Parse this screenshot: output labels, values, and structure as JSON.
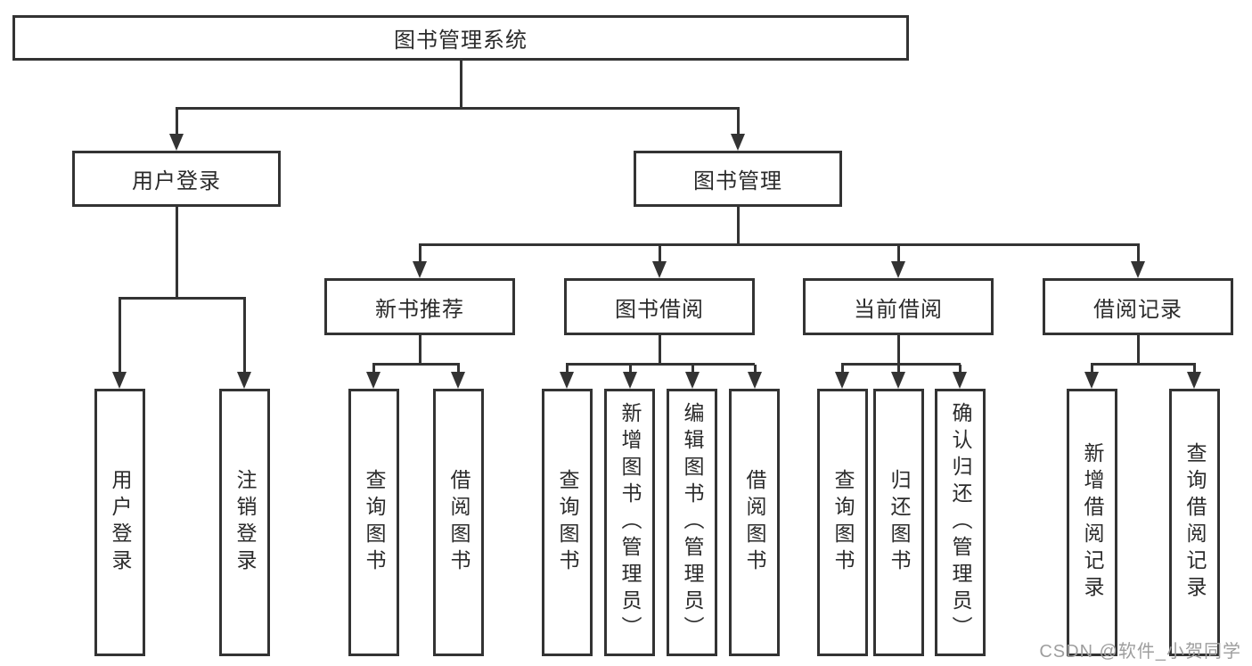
{
  "diagram_type": "hierarchy-tree",
  "colors": {
    "line": "#333333",
    "box_border": "#333333",
    "box_background": "#ffffff",
    "text": "#2b2b2b",
    "watermark": "#9e9e9e"
  },
  "tree": {
    "root": {
      "label": "图书管理系统",
      "children": [
        {
          "label": "用户登录",
          "children": [
            {
              "label": "用户登录"
            },
            {
              "label": "注销登录"
            }
          ]
        },
        {
          "label": "图书管理",
          "children": [
            {
              "label": "新书推荐",
              "children": [
                {
                  "label": "查询图书"
                },
                {
                  "label": "借阅图书"
                }
              ]
            },
            {
              "label": "图书借阅",
              "children": [
                {
                  "label": "查询图书"
                },
                {
                  "label": "新增图书（管理员）"
                },
                {
                  "label": "编辑图书（管理员）"
                },
                {
                  "label": "借阅图书"
                }
              ]
            },
            {
              "label": "当前借阅",
              "children": [
                {
                  "label": "查询图书"
                },
                {
                  "label": "归还图书"
                },
                {
                  "label": "确认归还（管理员）"
                }
              ]
            },
            {
              "label": "借阅记录",
              "children": [
                {
                  "label": "新增借阅记录"
                },
                {
                  "label": "查询借阅记录"
                }
              ]
            }
          ]
        }
      ]
    }
  },
  "watermark": {
    "text": "CSDN @软件_小贺同学"
  }
}
